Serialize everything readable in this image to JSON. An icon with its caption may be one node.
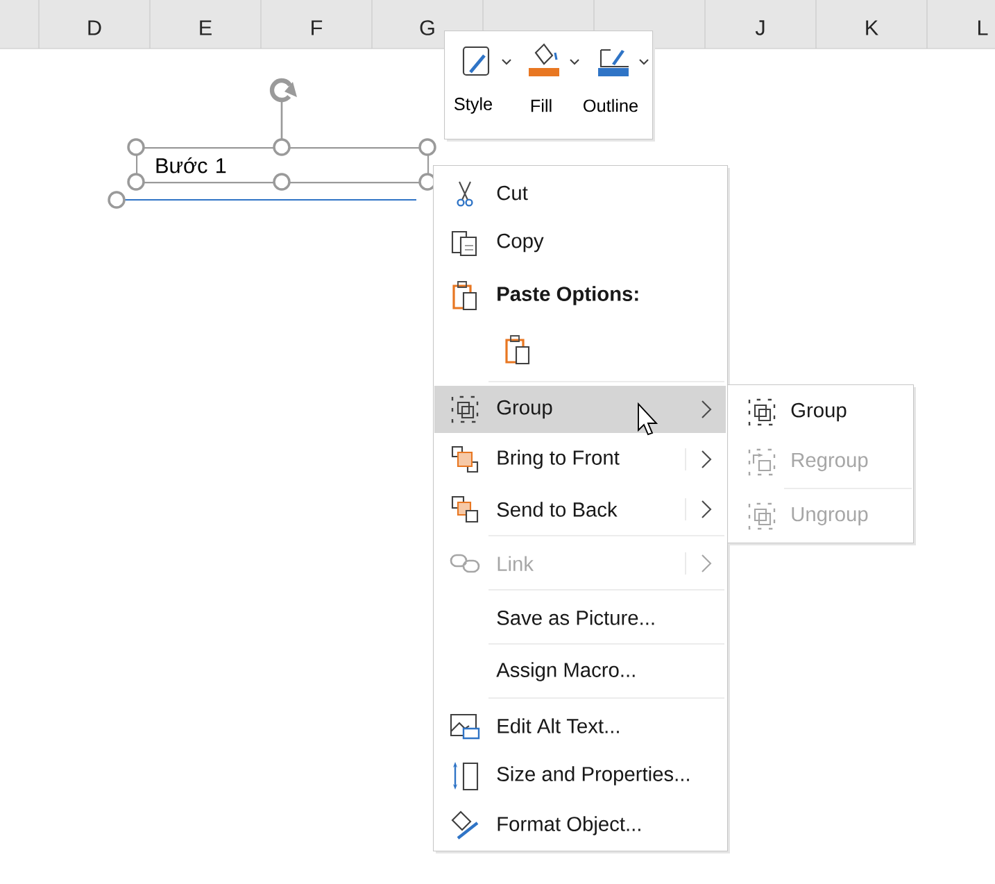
{
  "diagram": {
    "nodes": [
      {
        "text": [
          "Bước 1"
        ]
      },
      {
        "text": [],
        "shape": "box"
      },
      {
        "text": [
          "Style"
        ],
        "in": 1
      },
      {
        "text": [
          "Fill"
        ],
        "in": 1
      },
      {
        "text": [
          "Outline"
        ],
        "in": 1
      },
      {
        "text": [],
        "shape": "box"
      },
      {
        "text": [
          "Cut"
        ],
        "in": 5
      },
      {
        "text": [
          "Copy"
        ],
        "in": 5
      },
      {
        "text": [
          "Paste Options:"
        ],
        "in": 5
      },
      {
        "text": [
          "Group"
        ],
        "in": 5
      },
      {
        "text": [
          "Bring to Front"
        ],
        "in": 5
      },
      {
        "text": [
          "Send to Back"
        ],
        "in": 5
      },
      {
        "text": [
          "Link"
        ],
        "in": 5
      },
      {
        "text": [
          "Save as Picture..."
        ],
        "in": 5
      },
      {
        "text": [
          "Assign Macro..."
        ],
        "in": 5
      },
      {
        "text": [
          "Edit Alt Text..."
        ],
        "in": 5
      },
      {
        "text": [
          "Size and Properties..."
        ],
        "in": 5
      },
      {
        "text": [
          "Format Object..."
        ],
        "in": 5
      },
      {
        "text": [],
        "shape": "box"
      },
      {
        "text": [
          "Group"
        ],
        "in": 18
      },
      {
        "text": [
          "Regroup"
        ],
        "in": 18
      },
      {
        "text": [
          "Ungroup"
        ],
        "in": 18
      },
      {
        "text": [],
        "shape": "line"
      }
    ],
    "labels": [
      "D",
      "E",
      "F",
      "G",
      "J",
      "K",
      "L"
    ]
  }
}
